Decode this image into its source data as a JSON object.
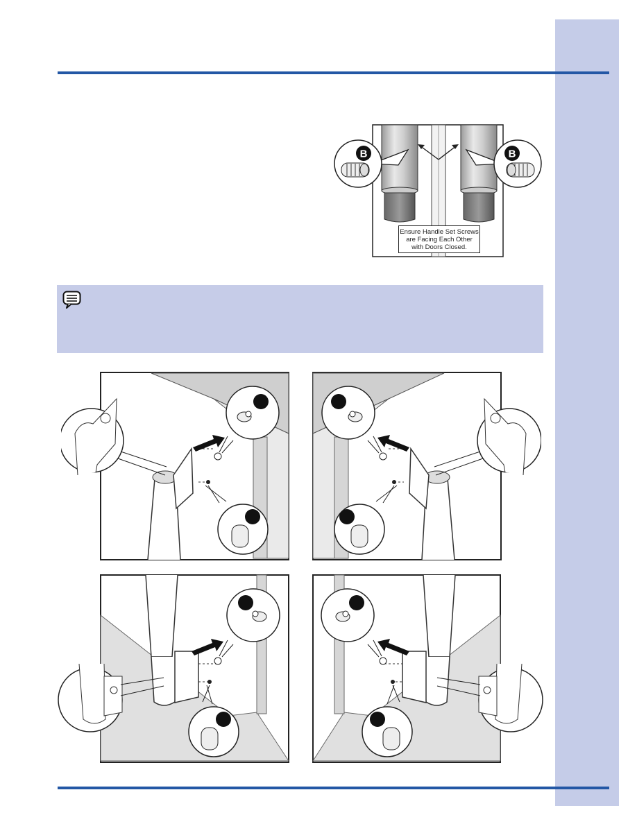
{
  "page": {
    "accent_color": "#2357a5",
    "sidebar_color": "#c5cce8",
    "note_color": "#c6cce8"
  },
  "top_figure": {
    "badge_left": "B",
    "badge_right": "B",
    "callout_lines": [
      "Ensure Handle Set Screws",
      "are Facing Each Other",
      "with Doors Closed."
    ]
  },
  "note": {
    "icon": "note-icon"
  },
  "install_figures": [
    {
      "id": "upper-left",
      "icon": "handle-mount-diagram"
    },
    {
      "id": "upper-right",
      "icon": "handle-mount-diagram"
    },
    {
      "id": "lower-left",
      "icon": "handle-mount-diagram"
    },
    {
      "id": "lower-right",
      "icon": "handle-mount-diagram"
    }
  ]
}
